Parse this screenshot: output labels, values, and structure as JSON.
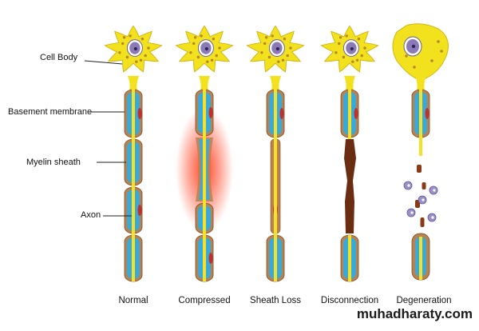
{
  "labels": {
    "cell_body": "Cell Body",
    "basement_membrane": "Basement membrane",
    "myelin_sheath": "Myelin sheath",
    "axon": "Axon"
  },
  "stages": [
    "Normal",
    "Compressed",
    "Sheath Loss",
    "Disconnection",
    "Degeneration"
  ],
  "watermark": "muhadharaty.com",
  "colors": {
    "cell_body": "#f2e21d",
    "cell_body_dots": "#b8862a",
    "nucleus": "#8a7bb8",
    "myelin": "#3aa9d8",
    "basement": "#b9824f",
    "schwann_nucleus": "#c0312d",
    "axon": "#f4e12a",
    "compression": "#ff3b1a",
    "macrophage": "#9c90c8"
  }
}
